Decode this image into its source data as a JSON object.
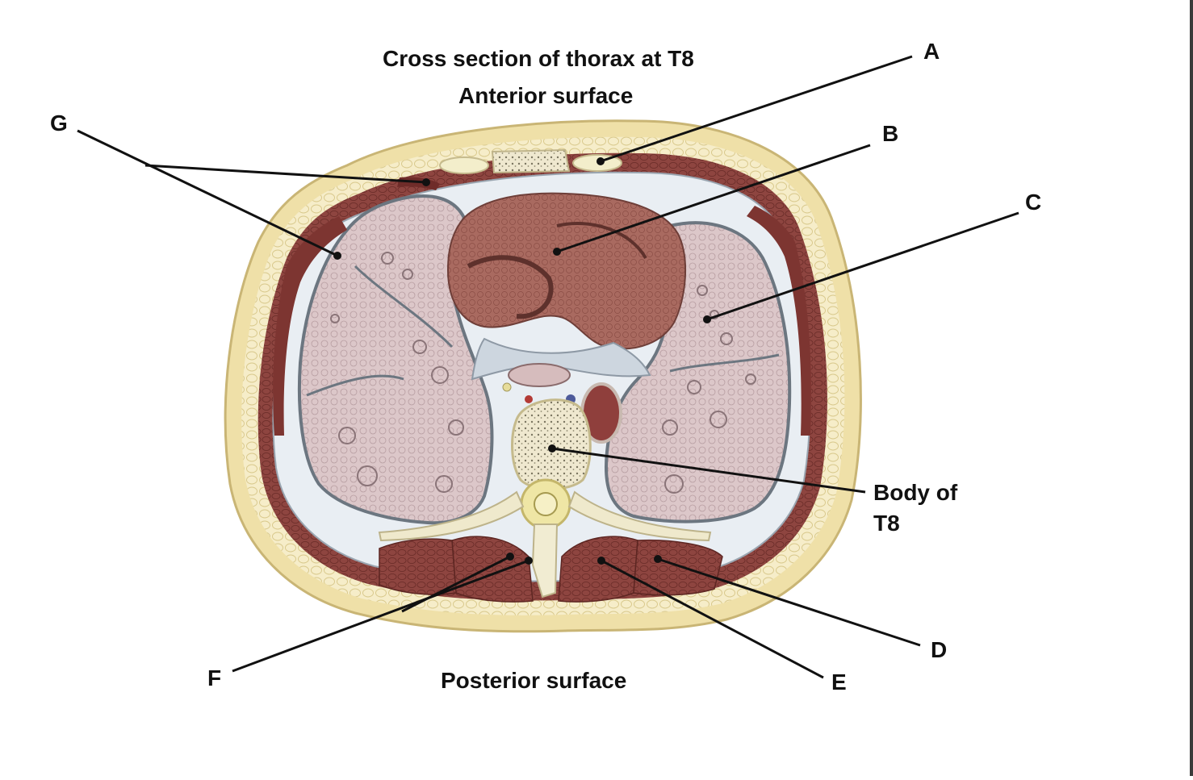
{
  "title": "Cross section of thorax at T8",
  "anterior_label": "Anterior surface",
  "posterior_label": "Posterior surface",
  "labels": {
    "A": "A",
    "B": "B",
    "C": "C",
    "D": "D",
    "E": "E",
    "F": "F",
    "G": "G",
    "body_line1": "Body of",
    "body_line2": "T8"
  },
  "colors": {
    "skin": "#f1e6b4",
    "fat": "#f6edc9",
    "muscle": "#8c3f3a",
    "lung": "#d9c4c6",
    "heart": "#a8675e",
    "bone": "#f4eed8",
    "pleura": "#7f8a96",
    "line": "#111111"
  }
}
